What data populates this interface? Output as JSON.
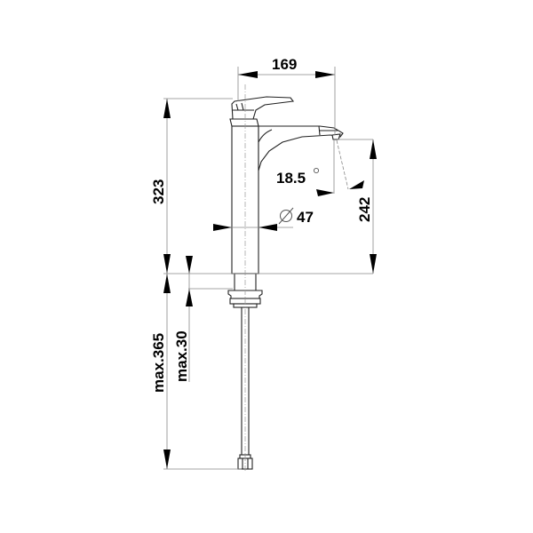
{
  "drawing": {
    "type": "technical-dimension-drawing",
    "subject": "tall basin mixer tap side view",
    "colors": {
      "line": "#222222",
      "dimension_line": "#888888",
      "text": "#000000",
      "background": "#ffffff"
    },
    "dimensions": {
      "spout_reach": {
        "value": "169",
        "unit": "mm"
      },
      "total_height": {
        "value": "323",
        "unit": "mm"
      },
      "spout_outlet_height": {
        "value": "242",
        "unit": "mm"
      },
      "jet_angle": {
        "value": "18.5",
        "symbol": "°"
      },
      "body_diameter": {
        "symbol": "⌀",
        "value": "47"
      },
      "max_hose_length": {
        "value": "max.365"
      },
      "max_deck_thickness": {
        "value": "max.30"
      }
    }
  }
}
